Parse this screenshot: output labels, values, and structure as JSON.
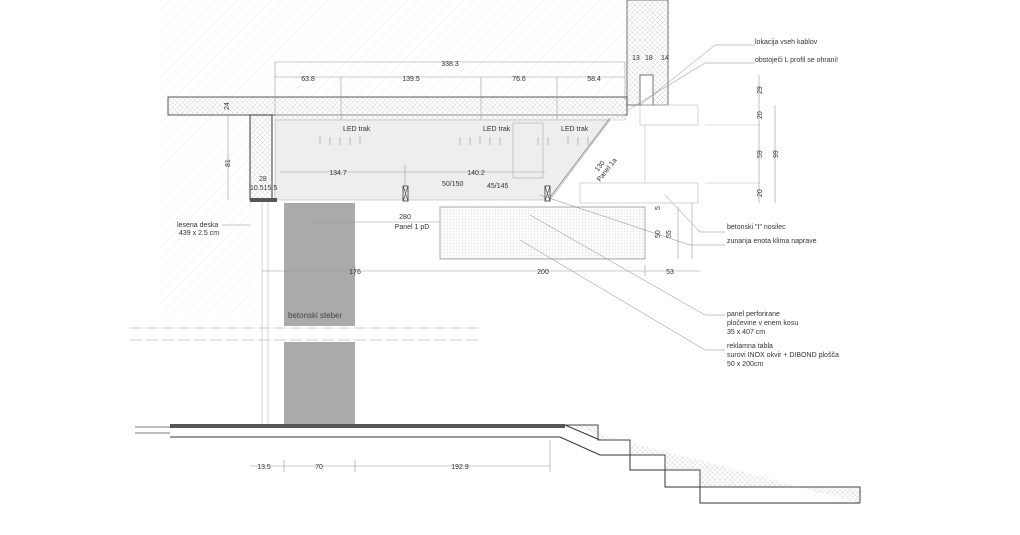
{
  "labels": {
    "lokacija": "lokacija vseh kablov",
    "l_profil": "obstoječi L profil se ohrani!",
    "nosilec": "betonski \"I\" nosilec",
    "klima": "zunanja enota klima naprave",
    "panel_line1": "panel perforirane",
    "panel_line2": "pločevine v enem kosu",
    "panel_line3": "35 x 407 cm",
    "tabla_line1": "reklamna tabla",
    "tabla_line2": "surovi INOX okvir + DIBOND plošča",
    "tabla_line3": "50 x 200cm",
    "deska_line1": "lesena deska",
    "deska_line2": "439 x 2.5 cm",
    "steber": "betonski steber",
    "led1": "LED trak",
    "led2": "LED trak",
    "led3": "LED trak",
    "panel1pd_dim": "280",
    "panel1pd": "Panel 1 pD",
    "panel1a_dim": "130",
    "panel1a": "Panel 1a",
    "fix1": "50/150",
    "fix2": "45/145"
  },
  "dimensions": {
    "top_total": "338.3",
    "top_1": "63.8",
    "top_2": "139.5",
    "top_3": "76.6",
    "top_4": "58.4",
    "wall_1": "13",
    "wall_2": "18",
    "wall_3": "14",
    "slab": "24",
    "box_height": "81",
    "inner_1": "134.7",
    "inner_2": "140.2",
    "post_w": "28",
    "post_parts": "10.515.5",
    "r_29": "29",
    "r_20a": "20",
    "r_59": "59",
    "r_99": "99",
    "r_20b": "20",
    "r_5": "5",
    "r_50": "50",
    "r_55": "55",
    "h_176": "176",
    "h_200": "200",
    "h_53": "53",
    "b_13_5": "13.5",
    "b_70": "70",
    "b_192_9": "192.9"
  }
}
